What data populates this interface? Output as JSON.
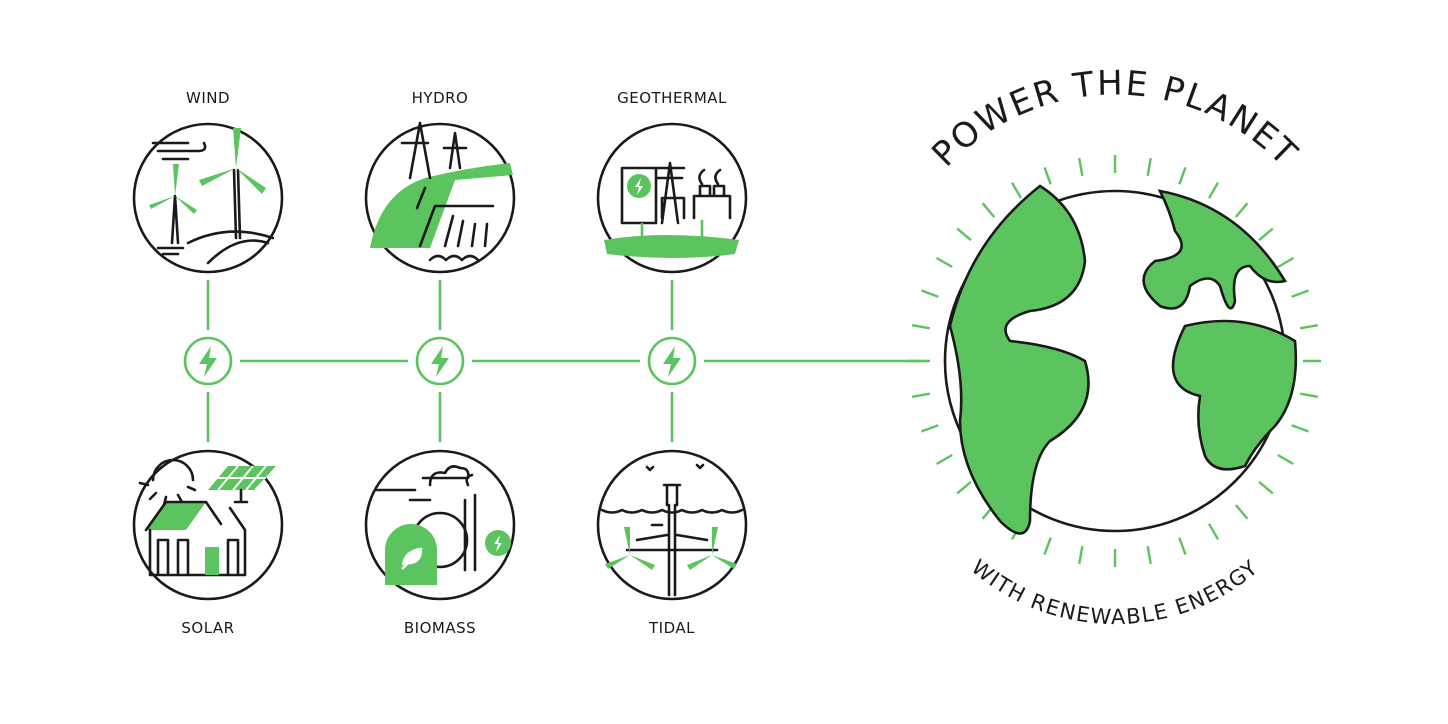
{
  "title": "POWER THE PLANET",
  "subtitle": "WITH RENEWABLE ENERGY",
  "colors": {
    "accent": "#5cc45f",
    "ink": "#1a1a1a"
  },
  "sources": {
    "top": [
      {
        "label": "WIND",
        "icon": "wind-turbine-icon"
      },
      {
        "label": "HYDRO",
        "icon": "hydro-dam-icon"
      },
      {
        "label": "GEOTHERMAL",
        "icon": "geothermal-plant-icon"
      }
    ],
    "bottom": [
      {
        "label": "SOLAR",
        "icon": "solar-house-icon"
      },
      {
        "label": "BIOMASS",
        "icon": "biomass-plant-icon"
      },
      {
        "label": "TIDAL",
        "icon": "tidal-turbine-icon"
      }
    ]
  },
  "connector_icon": "lightning-bolt-icon",
  "globe_icon": "earth-globe-icon"
}
